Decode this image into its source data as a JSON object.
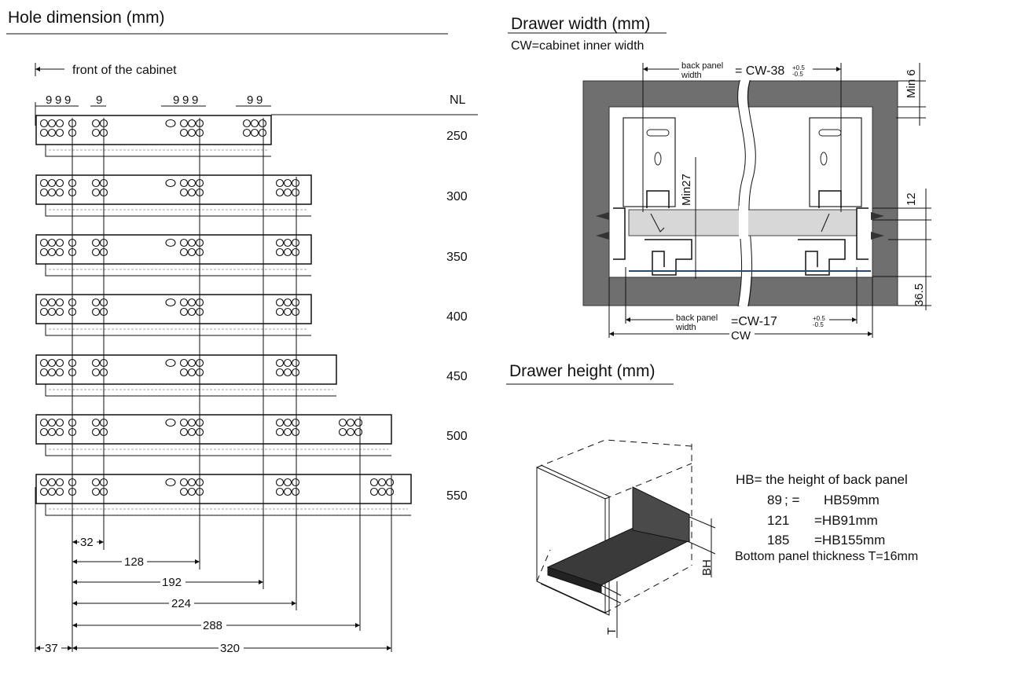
{
  "left": {
    "title": "Hole dimension (mm)",
    "front_label": "front of the cabinet",
    "nl_header": "NL",
    "top_dims": [
      "9",
      "9",
      "9",
      "9",
      "9",
      "9",
      "9",
      "9",
      "9"
    ],
    "nl_values": [
      "250",
      "300",
      "350",
      "400",
      "450",
      "500",
      "550"
    ],
    "bottom_dims": [
      "32",
      "128",
      "192",
      "224",
      "288",
      "37",
      "320"
    ]
  },
  "right_top": {
    "title": "Drawer width (mm)",
    "subtitle": "CW=cabinet inner width",
    "back_panel_top_label_1": "back panel",
    "back_panel_top_label_2": "width",
    "back_panel_top_formula": "= CW-38",
    "top_tol_plus": "+0.5",
    "top_tol_minus": "-0.5",
    "back_panel_bottom_label_1": "back panel",
    "back_panel_bottom_label_2": "width",
    "back_panel_bottom_formula": "=CW-17",
    "bottom_tol_plus": "+0.5",
    "bottom_tol_minus": "-0.5",
    "cw_label": "CW",
    "min6": "Min 6",
    "min27": "Min27",
    "dim12": "12",
    "dim36": "36.5"
  },
  "right_bottom": {
    "title": "Drawer height (mm)",
    "hb_title": "HB= the height of back panel",
    "rows": [
      {
        "a": "89",
        "b": "HB59mm"
      },
      {
        "a": "121",
        "b": "=HB91mm"
      },
      {
        "a": "185",
        "b": "=HB155mm"
      }
    ],
    "thickness": "Bottom panel thickness   T=16mm",
    "bh_label": "BH",
    "t_label": "T"
  }
}
